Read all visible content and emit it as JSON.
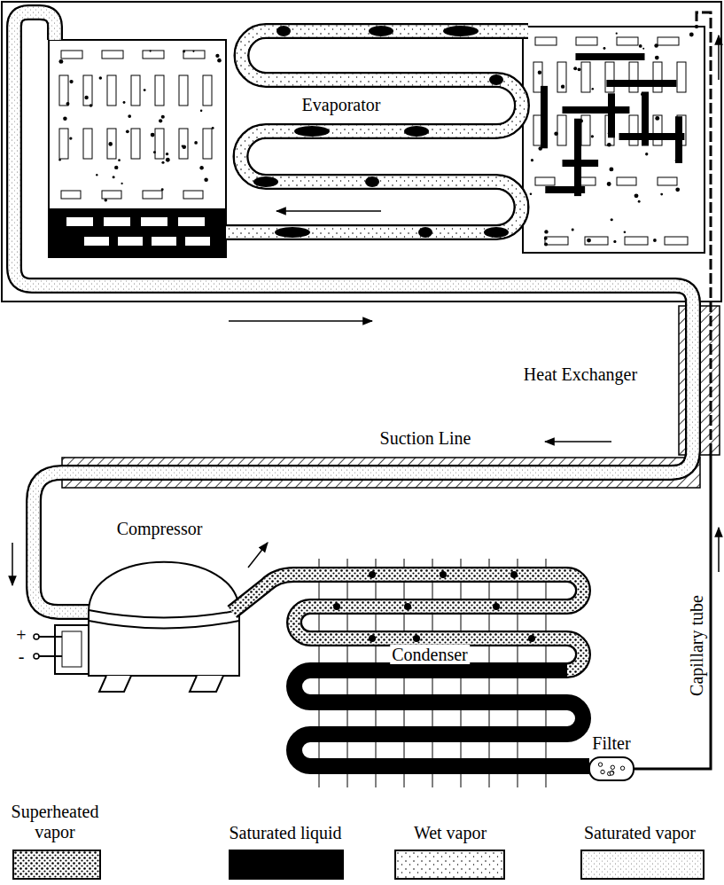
{
  "diagram": {
    "labels": [
      "Evaporator",
      "Heat Exchanger",
      "Suction Line",
      "Compressor",
      "+",
      "-",
      "Condenser",
      "Filter",
      "Capillary tube"
    ],
    "legend": [
      {
        "text": "Superheated vapor"
      },
      {
        "text": "Saturated liquid",
        "color": "#000000"
      },
      {
        "text": "Wet vapor"
      },
      {
        "text": "Saturated vapor"
      }
    ]
  }
}
